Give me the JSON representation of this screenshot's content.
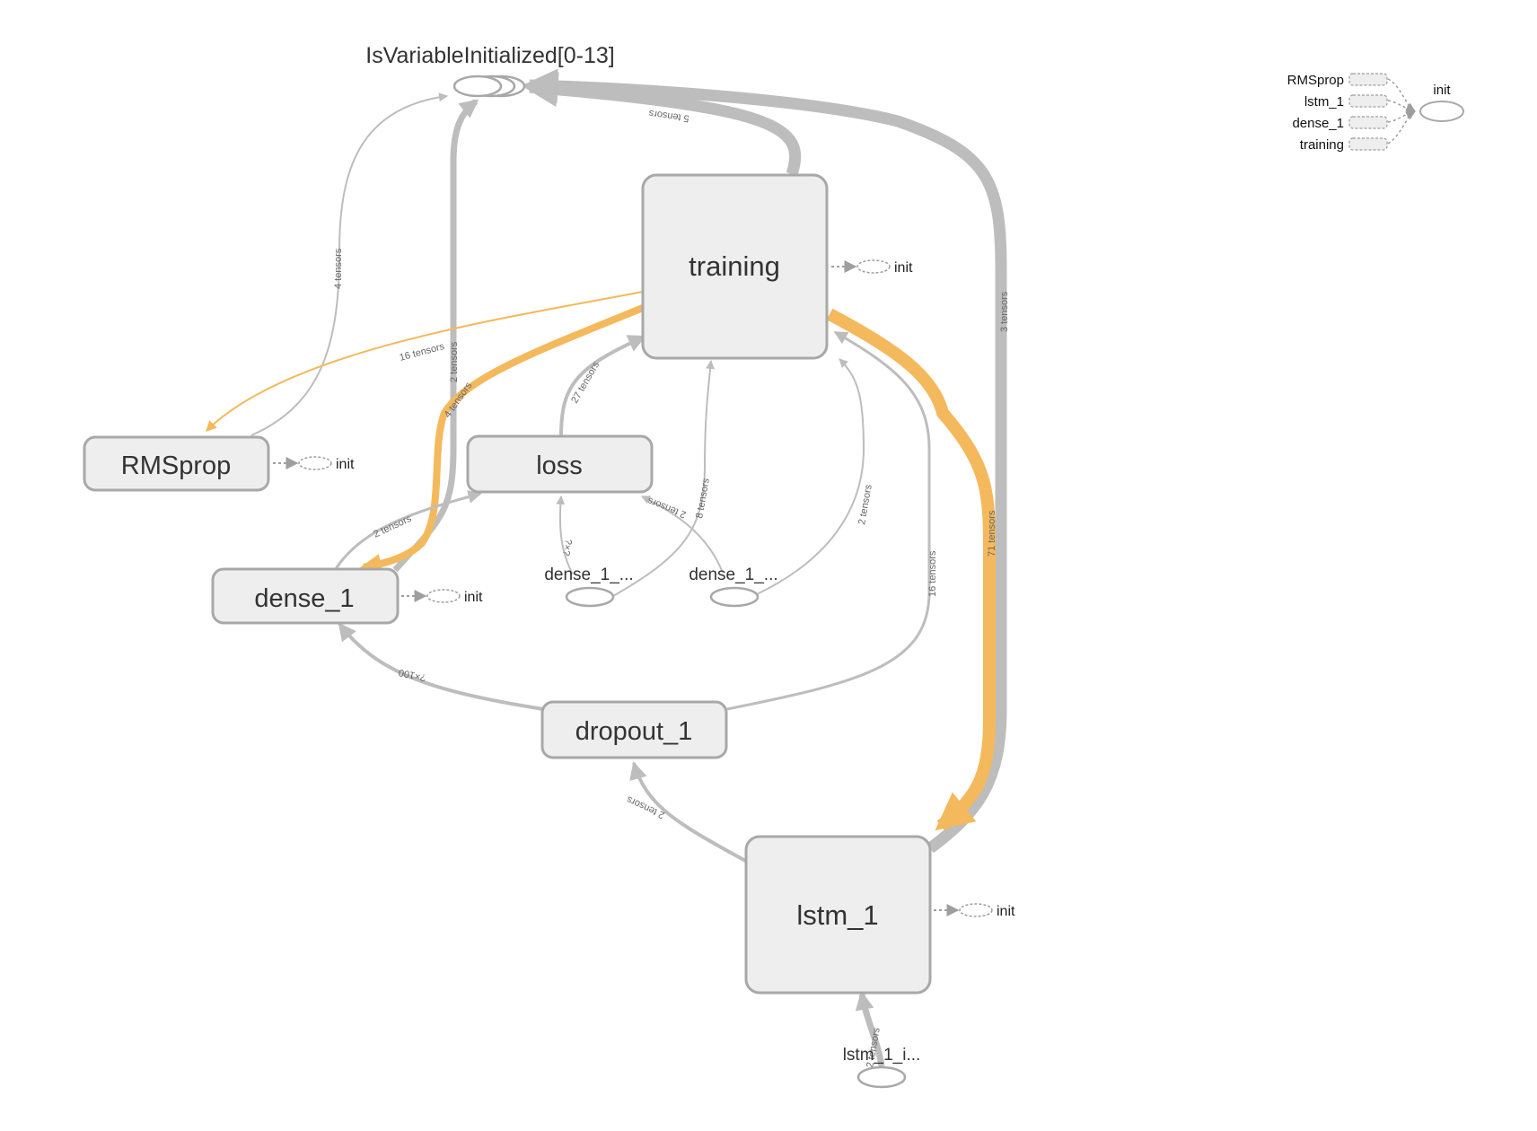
{
  "colors": {
    "edge_gray": "#bdbdbd",
    "edge_orange": "#f4b95c",
    "node_fill": "#eeeeee",
    "node_stroke": "#a8a8a8",
    "dotted": "#9e9e9e"
  },
  "nodes": {
    "is_variable_initialized": "IsVariableInitialized[0-13]",
    "training": "training",
    "rmsprop": "RMSprop",
    "loss": "loss",
    "dense_1": "dense_1",
    "dropout_1": "dropout_1",
    "lstm_1": "lstm_1",
    "dense_1_input_a": "dense_1_...",
    "dense_1_input_b": "dense_1_...",
    "lstm_1_input": "lstm_1_i..."
  },
  "init_label": "init",
  "edge_labels": {
    "training_to_isvar": "5 tensors",
    "rmsprop_to_isvar": "4 tensors",
    "dense_to_isvar": "2 tensors",
    "lstm_to_isvar": "3 tensors",
    "training_to_rmsprop": "16 tensors",
    "training_to_dense": "4 tensors",
    "loss_to_training": "27 tensors",
    "dense_to_loss": "2 tensors",
    "dense_in_a_to_loss": "?×?",
    "dense_in_a_to_training": "8 tensors",
    "dense_in_b_to_loss": "2 tensors",
    "dense_in_b_to_training": "2 tensors",
    "dropout_to_training": "16 tensors",
    "training_to_lstm": "71 tensors",
    "dropout_to_dense": "?×100",
    "lstm_to_dropout": "2 tensors",
    "lstm_input_to_lstm": "2 tensors"
  },
  "legend": {
    "items": [
      "RMSprop",
      "lstm_1",
      "dense_1",
      "training"
    ],
    "target": "init"
  }
}
